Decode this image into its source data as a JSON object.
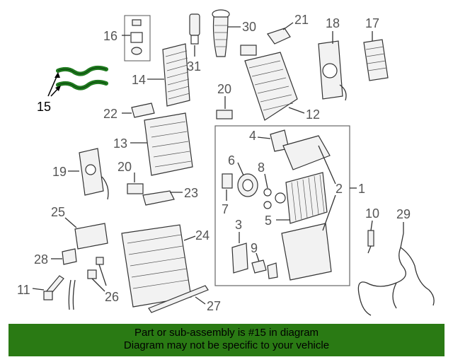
{
  "diagram": {
    "callouts": {
      "c1": "1",
      "c2a": "2",
      "c2b": "2",
      "c3": "3",
      "c4": "4",
      "c5": "5",
      "c6": "6",
      "c7": "7",
      "c8": "8",
      "c9": "9",
      "c10": "10",
      "c11": "11",
      "c12": "12",
      "c13": "13",
      "c14": "14",
      "c15": "15",
      "c16": "16",
      "c17": "17",
      "c18": "18",
      "c19": "19",
      "c20a": "20",
      "c20b": "20",
      "c21": "21",
      "c22": "22",
      "c23": "23",
      "c24": "24",
      "c25": "25",
      "c26": "26",
      "c27": "27",
      "c28": "28",
      "c29": "29",
      "c30": "30",
      "c31": "31"
    },
    "highlight_color": "#1e7a1e"
  },
  "banner": {
    "line1": "Part or sub-assembly is #15 in diagram",
    "line2": "Diagram may not be specific to your vehicle",
    "background": "#2a7a14"
  }
}
